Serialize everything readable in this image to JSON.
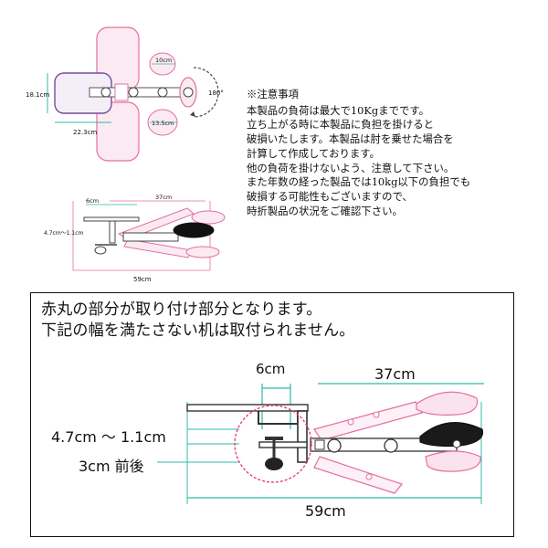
{
  "top_diagram": {
    "width_label": "18.1cm",
    "depth_label": "22.3cm",
    "pad_top_label": "10cm",
    "pad_bottom_label": "13.5cm",
    "rotation_label": "180°"
  },
  "side_diagram": {
    "clamp_label": "6cm",
    "arm_label": "37cm",
    "height_label": "4.7cm〜1.1cm",
    "total_label": "59cm"
  },
  "notes": {
    "title": "※注意事項",
    "lines": [
      "本製品の負荷は最大で10Kgまでです。",
      "立ち上がる時に本製品に負担を掛けると",
      "破損いたします。本製品は肘を乗せた場合を",
      "計算して作成しております。",
      "他の負荷を掛けないよう、注意して下さい。",
      "また年数の経った製品では10kg以下の負担でも",
      "破損する可能性もございますので、",
      "時折製品の状況をご確認下さい。"
    ]
  },
  "bottom_panel": {
    "heading_line1": "赤丸の部分が取り付け部分となります。",
    "heading_line2": "下記の幅を満たさない机は取付られません。",
    "clamp_width_label": "6cm",
    "arm_length_label": "37cm",
    "thickness_label": "4.7cm 〜 1.1cm",
    "screw_label": "3cm 前後",
    "total_length_label": "59cm"
  },
  "colors": {
    "outline": "#e46fa0",
    "pad_fill": "#fbeaf2",
    "highlight_circle": "#e8407a",
    "dimension_line": "#33b8a8",
    "rear_pad": "#7a4a9c",
    "text": "#111111"
  }
}
